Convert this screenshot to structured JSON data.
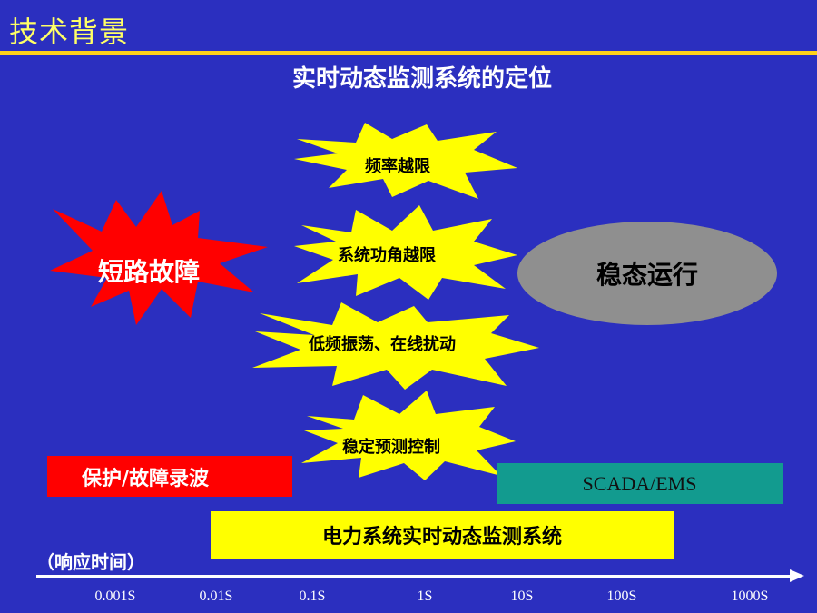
{
  "slide": {
    "title": "技术背景",
    "subtitle": "实时动态监测系统的定位"
  },
  "bursts": {
    "frequency": "频率越限",
    "power_angle": "系统功角越限",
    "oscillation": "低频振荡、在线扰动",
    "stability": "稳定预测控制"
  },
  "short_circuit": "短路故障",
  "steady_state": "稳态运行",
  "boxes": {
    "protection": "保护/故障录波",
    "scada": "SCADA/EMS",
    "wams": "电力系统实时动态监测系统"
  },
  "axis": {
    "label": "（响应时间）",
    "ticks": [
      "0.001S",
      "0.01S",
      "0.1S",
      "1S",
      "10S",
      "100S",
      "1000S"
    ]
  },
  "colors": {
    "background": "#2b2fbf",
    "title": "#ffff66",
    "burst_yellow": "#ffff00",
    "short_circuit_red": "#ff0000",
    "steady_gray": "#8f8f8f",
    "scada_teal": "#129b8f"
  }
}
